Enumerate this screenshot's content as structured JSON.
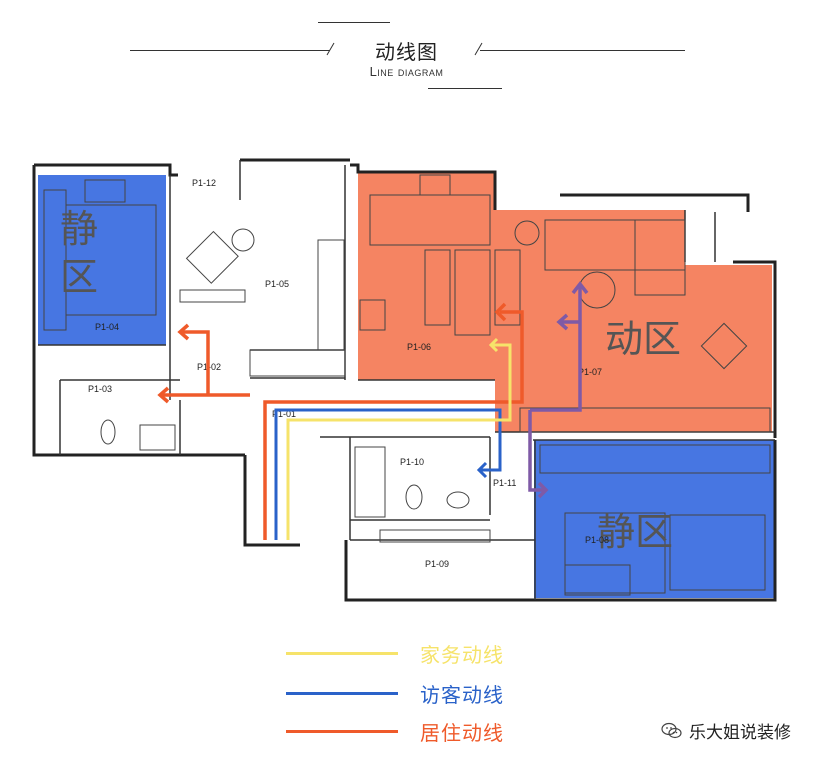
{
  "header": {
    "title": "动线图",
    "subtitle": "Line diagram"
  },
  "zones": {
    "quiet_top": "静区",
    "quiet_bottom": "静区",
    "active": "动区"
  },
  "rooms": {
    "p1_04": "P1-04",
    "p1_12": "P1-12",
    "p1_05": "P1-05",
    "p1_06": "P1-06",
    "p1_07": "P1-07",
    "p1_02": "P1-02",
    "p1_03": "P1-03",
    "p1_01": "P1-01",
    "p1_10": "P1-10",
    "p1_11": "P1-11",
    "p1_08": "P1-08",
    "p1_09": "P1-09"
  },
  "legend": [
    {
      "label": "家务动线",
      "color": "#f6e36a"
    },
    {
      "label": "访客动线",
      "color": "#2a62c9"
    },
    {
      "label": "居住动线",
      "color": "#ef5a2a"
    }
  ],
  "colors": {
    "quiet_zone": "#3d6fe0",
    "active_zone": "#f47a55",
    "path_purple": "#7f5aa6"
  },
  "watermark": {
    "text": "乐大姐说装修",
    "icon": "wechat-icon"
  }
}
